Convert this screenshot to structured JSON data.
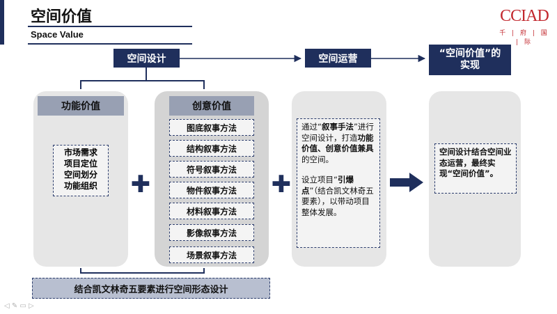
{
  "header": {
    "title": "空间价值",
    "subtitle": "Space Value",
    "logo_letters": "CCIAD",
    "logo_sub": "千 | 府 | 国 | 际"
  },
  "flow": {
    "design": "空间设计",
    "operation": "空间运营",
    "realization": "“空间价值”的实现"
  },
  "functional": {
    "header": "功能价值",
    "items": [
      "市场需求",
      "项目定位",
      "空间划分",
      "功能组织"
    ]
  },
  "creative": {
    "header": "创意价值",
    "methods": [
      "图底叙事方法",
      "结构叙事方法",
      "符号叙事方法",
      "物件叙事方法",
      "材料叙事方法",
      "影像叙事方法",
      "场景叙事方法"
    ]
  },
  "operation_text": {
    "p1_a": "通过“",
    "p1_b": "叙事手法",
    "p1_c": "”进行空间设计，打造",
    "p1_d": "功能价值、创意价值兼具",
    "p1_e": "的空间。",
    "p2_a": "设立项目“",
    "p2_b": "引爆点",
    "p2_c": "”（结合凯文林奇五要素），以带动项目整体发展。"
  },
  "result_text": "空间设计结合空间业态运营，最终实现“空间价值”。",
  "bottom_bar": "结合凯文林奇五要素进行空间形态设计",
  "colors": {
    "navy": "#1f2f5c",
    "header_gray": "#98a0b3",
    "logo_red": "#c2272d"
  },
  "icons": [
    "plus-icon",
    "arrow-right-icon"
  ]
}
